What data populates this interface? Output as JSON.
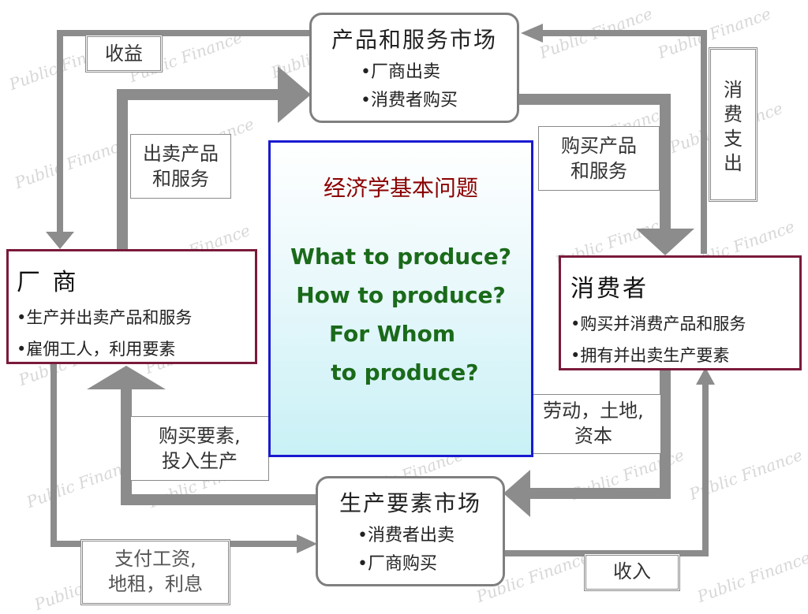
{
  "product_market": {
    "title": "产品和服务市场",
    "items": [
      "•厂商出卖",
      "•消费者购买"
    ]
  },
  "factor_market": {
    "title": "生产要素市场",
    "items": [
      "•消费者出卖",
      "•厂商购买"
    ]
  },
  "firms": {
    "title": "厂 商",
    "items": [
      "•生产并出卖产品和服务",
      "•雇佣工人，利用要素"
    ]
  },
  "households": {
    "title": "消费者",
    "items": [
      "•购买并消费产品和服务",
      "•拥有并出卖生产要素"
    ]
  },
  "labels": {
    "revenue": "收益",
    "sell_goods": [
      "出卖产品",
      "和服务"
    ],
    "buy_goods": [
      "购买产品",
      "和服务"
    ],
    "consumer_spending": [
      "消",
      "费",
      "支",
      "出"
    ],
    "buy_factors": [
      "购买要素,",
      "投入生产"
    ],
    "labor_land": [
      "劳动，土地,",
      "资本"
    ],
    "wages": [
      "支付工资,",
      "地租，利息"
    ],
    "income": "收入"
  },
  "center": {
    "title": "经济学基本问题",
    "questions": [
      "What to produce?",
      "How to produce?",
      "For Whom",
      " to produce?"
    ]
  },
  "watermark": "Public Finance",
  "colors": {
    "flow_gray": "#8c8c8c",
    "border_blue": "#1a1ad0",
    "border_maroon": "#7a1a3a",
    "title_red": "#8b0000",
    "question_green": "#1a6a1a"
  }
}
